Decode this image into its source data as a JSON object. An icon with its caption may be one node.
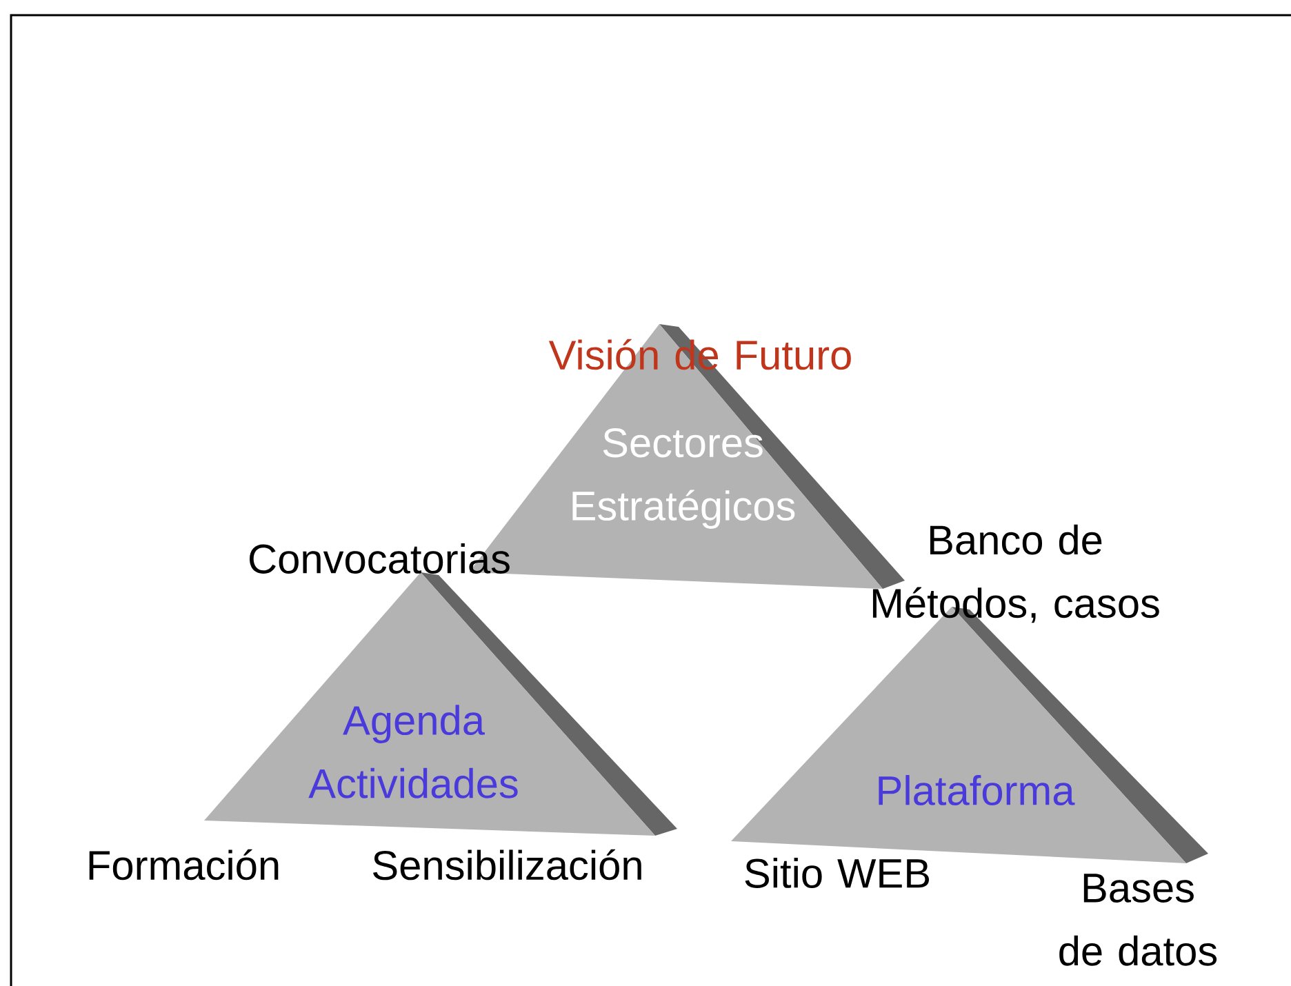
{
  "diagram": {
    "nodes": [
      {
        "text": [
          "Sectores Estratégicos"
        ]
      },
      {
        "text": [
          "Agenda Actividades"
        ]
      },
      {
        "text": [
          "Plataforma"
        ]
      }
    ],
    "labels": [
      "Visión de Futuro",
      "Convocatorias",
      "Banco de Métodos, casos",
      "Formación",
      "Sensibilización",
      "Sitio WEB",
      "Bases de datos"
    ]
  }
}
